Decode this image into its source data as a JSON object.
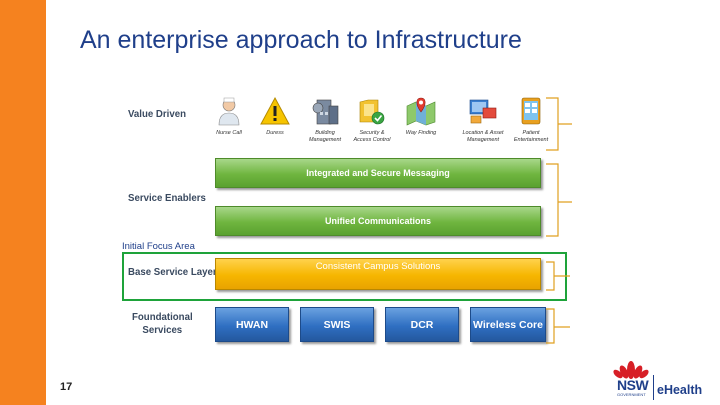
{
  "slide": {
    "title": "An enterprise approach to Infrastructure",
    "page_number": "17"
  },
  "rows": {
    "value_driven": "Value Driven",
    "service_enablers": "Service Enablers",
    "base_service_layer": "Base Service Layer",
    "foundational_line1": "Foundational",
    "foundational_line2": "Services"
  },
  "icons": [
    {
      "name": "nurse-icon",
      "line1": "Nurse Call",
      "line2": ""
    },
    {
      "name": "warning-icon",
      "line1": "Duress",
      "line2": ""
    },
    {
      "name": "building-icon",
      "line1": "Building",
      "line2": "Management"
    },
    {
      "name": "security-icon",
      "line1": "Security &",
      "line2": "Access Control"
    },
    {
      "name": "map-pin-icon",
      "line1": "Way Finding",
      "line2": ""
    },
    {
      "name": "location-asset-icon",
      "line1": "Location & Asset",
      "line2": "Management"
    },
    {
      "name": "tablet-icon",
      "line1": "Patient",
      "line2": "Entertainment"
    }
  ],
  "bars": {
    "messaging": "Integrated and Secure Messaging",
    "unified": "Unified Communications",
    "campus": "Consistent Campus Solutions"
  },
  "focus_label": "Initial Focus Area",
  "foundational_services": [
    "HWAN",
    "SWIS",
    "DCR",
    "Wireless Core"
  ],
  "logo": {
    "nsw": "NSW",
    "government": "GOVERNMENT",
    "ehealth": "eHealth"
  },
  "colors": {
    "accent_orange": "#f5821f",
    "title_blue": "#1f3f8a",
    "green_bar": "#6fb53f",
    "yellow_bar": "#f6b600",
    "blue_box": "#2f6fc2",
    "focus_border": "#1ea33a",
    "bracket_gold": "#e0a020"
  }
}
